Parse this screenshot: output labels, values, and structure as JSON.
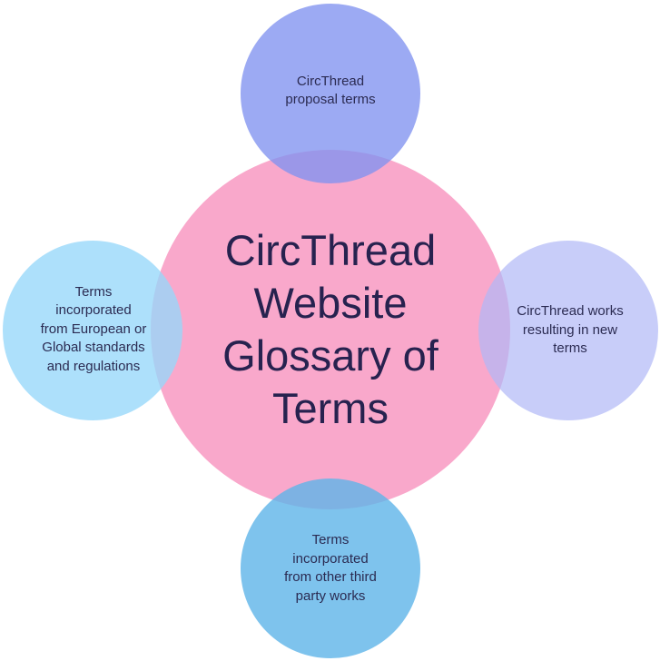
{
  "diagram": {
    "center": {
      "text": "CircThread\nWebsite\nGlossary of\nTerms",
      "color": "#F9A8CB"
    },
    "nodes": [
      {
        "id": "top",
        "text": "CircThread\nproposal terms",
        "color": "#8F9EF2"
      },
      {
        "id": "right",
        "text": "CircThread works\nresulting in new\nterms",
        "color": "#BCC4F7"
      },
      {
        "id": "bottom",
        "text": "Terms\nincorporated\nfrom other third\nparty works",
        "color": "#6CB8EA"
      },
      {
        "id": "left",
        "text": "Terms\nincorporated\nfrom European or\nGlobal standards\nand regulations",
        "color": "#A3DCFA"
      }
    ]
  }
}
